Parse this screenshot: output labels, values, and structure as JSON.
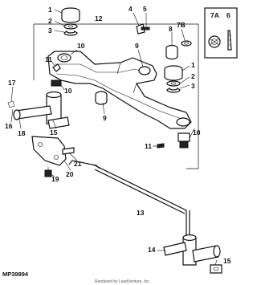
{
  "diagram": {
    "reference_code": "MP39894",
    "footer_text": "Rendered by LeadVenture, Inc.",
    "inset_labels": {
      "a": "7A",
      "b": "6"
    },
    "callouts": {
      "c1_top": "1",
      "c2_top": "2",
      "c3_top": "3",
      "c12": "12",
      "c4": "4",
      "c5": "5",
      "c8": "8",
      "c7b": "7B",
      "c10_upper": "10",
      "c9_upper": "9",
      "c1_right": "1",
      "c2_right": "2",
      "c3_right": "3",
      "c11_upper": "11",
      "c10_left": "10",
      "c17": "17",
      "c16": "16",
      "c18": "18",
      "c15_left": "15",
      "c9_lower": "9",
      "c10_right": "10",
      "c11_lower": "11",
      "c21": "21",
      "c20": "20",
      "c19": "19",
      "c13": "13",
      "c14": "14",
      "c15_bottom": "15"
    }
  }
}
